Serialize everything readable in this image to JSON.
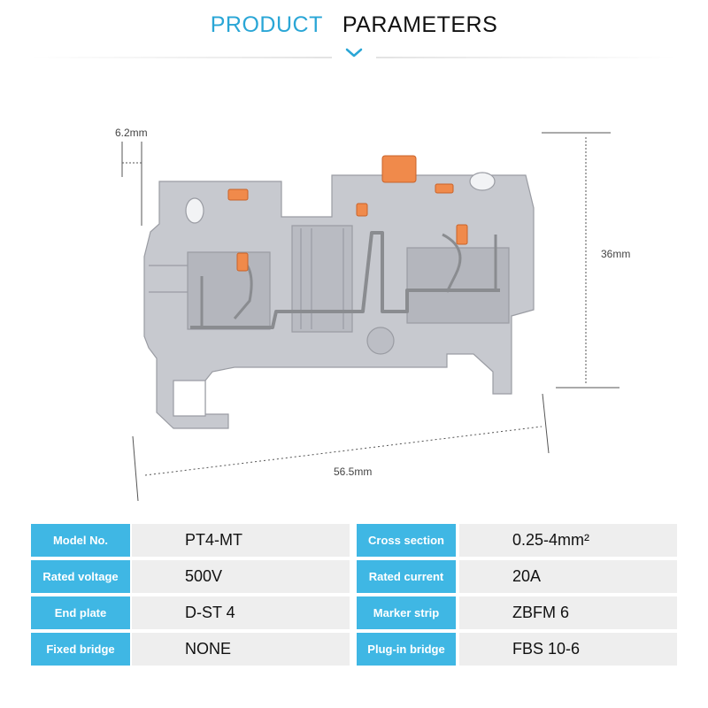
{
  "colors": {
    "accent": "#2aa6d6",
    "label_bg": "#3fb7e4",
    "orange": "#f08a4b",
    "housing": "#c7c9cf"
  },
  "header": {
    "word1": "PRODUCT",
    "word2": "PARAMETERS"
  },
  "dimensions": {
    "thickness": "6.2mm",
    "height": "36mm",
    "length": "56.5mm"
  },
  "specs": [
    {
      "label": "Model No.",
      "value": "PT4-MT",
      "label2": "Cross section",
      "value2": "0.25-4mm²"
    },
    {
      "label": "Rated voltage",
      "value": "500V",
      "label2": "Rated current",
      "value2": "20A"
    },
    {
      "label": "End plate",
      "value": "D-ST 4",
      "label2": "Marker strip",
      "value2": "ZBFM 6"
    },
    {
      "label": "Fixed bridge",
      "value": "NONE",
      "label2": "Plug-in bridge",
      "value2": "FBS 10-6"
    }
  ]
}
